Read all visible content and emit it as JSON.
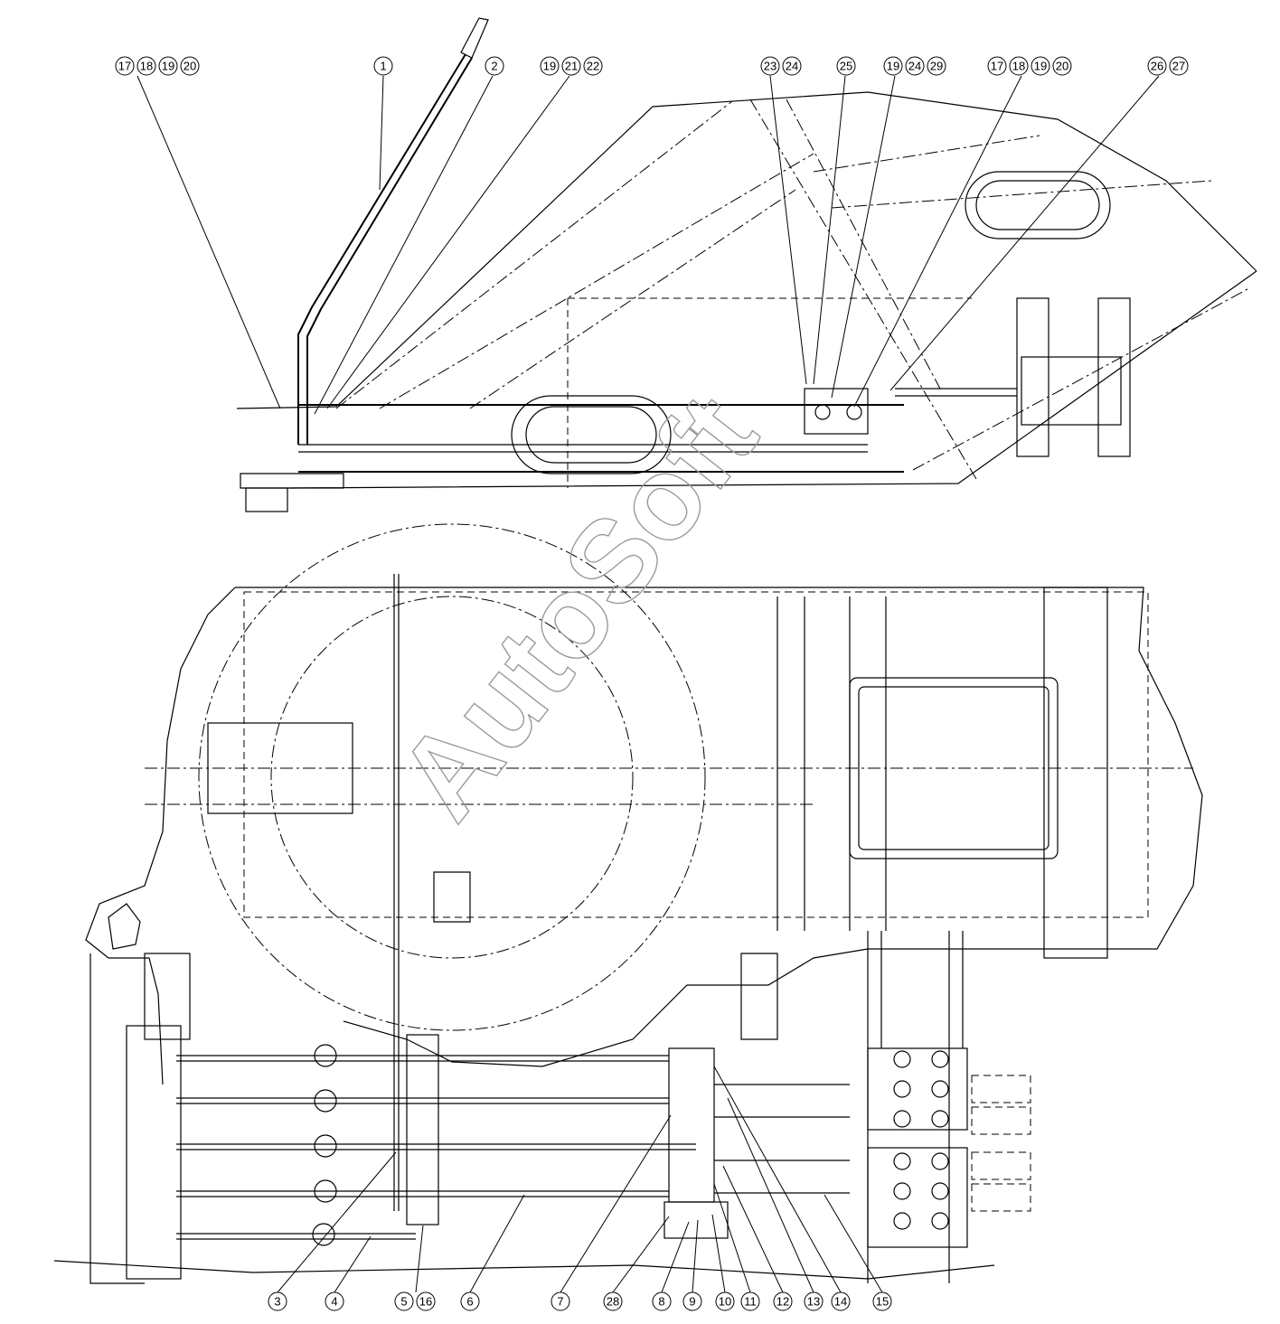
{
  "watermark": "AutoSoft",
  "callouts_top": [
    "17",
    "18",
    "19",
    "20",
    "1",
    "2",
    "19",
    "21",
    "22",
    "23",
    "24",
    "25",
    "19",
    "24",
    "29",
    "17",
    "18",
    "19",
    "20",
    "26",
    "27"
  ],
  "callouts_bottom": [
    "3",
    "4",
    "5",
    "16",
    "6",
    "7",
    "28",
    "8",
    "9",
    "10",
    "11",
    "12",
    "13",
    "14",
    "15"
  ]
}
